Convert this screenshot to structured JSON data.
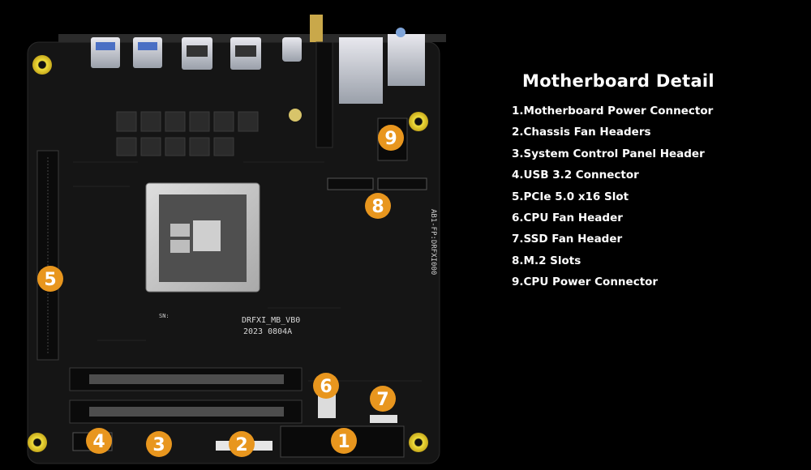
{
  "legend": {
    "title": "Motherboard Detail",
    "items": [
      "1.Motherboard Power Connector",
      "2.Chassis Fan Headers",
      "3.System Control Panel Header",
      "4.USB 3.2 Connector",
      "5.PCIe 5.0 x16 Slot",
      "6.CPU Fan Header",
      "7.SSD Fan Header",
      "8.M.2 Slots",
      "9.CPU Power Connector"
    ]
  },
  "callouts": [
    "1",
    "2",
    "3",
    "4",
    "5",
    "6",
    "7",
    "8",
    "9"
  ],
  "board_silkscreen": {
    "model": "DRFXI_MB_VB0",
    "date": "2023 0804A",
    "side_label": "AB1-FP:DRFXI000",
    "sn_label": "SN:"
  },
  "colors": {
    "background": "#000000",
    "pcb": "#141414",
    "callout_badge": "#e8961e",
    "mount_hole": "#e3cf33"
  }
}
